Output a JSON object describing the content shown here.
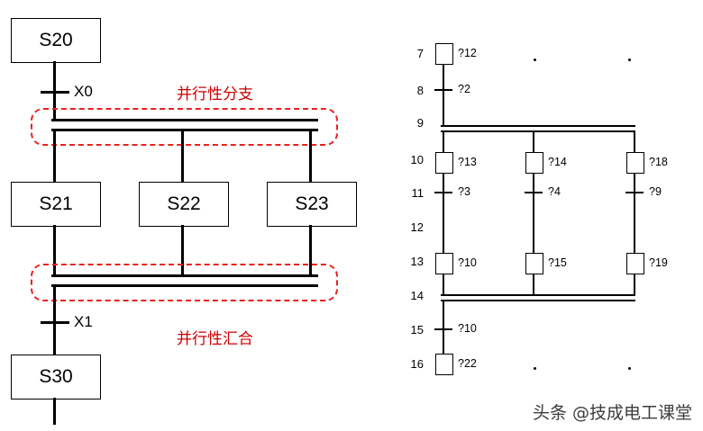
{
  "diagram": {
    "title_left": "并行性分支",
    "title_left2": "并行性汇合",
    "left": {
      "states": [
        {
          "label": "S20"
        },
        {
          "label": "S21"
        },
        {
          "label": "S22"
        },
        {
          "label": "S23"
        },
        {
          "label": "S30"
        }
      ],
      "transitions": [
        {
          "label": "X0"
        },
        {
          "label": "X1"
        }
      ],
      "annotations": [
        {
          "label": "并行性分支"
        },
        {
          "label": "并行性汇合"
        }
      ]
    },
    "right": {
      "rows": [
        {
          "num": "7",
          "tags": [
            "?12"
          ]
        },
        {
          "num": "8",
          "tags": [
            "?2"
          ]
        },
        {
          "num": "9",
          "tags": []
        },
        {
          "num": "10",
          "tags": [
            "?13",
            "?14",
            "?18"
          ]
        },
        {
          "num": "11",
          "tags": [
            "?3",
            "?4",
            "?9"
          ]
        },
        {
          "num": "12",
          "tags": []
        },
        {
          "num": "13",
          "tags": [
            "?10",
            "?15",
            "?19"
          ]
        },
        {
          "num": "14",
          "tags": []
        },
        {
          "num": "15",
          "tags": [
            "?10"
          ]
        },
        {
          "num": "16",
          "tags": [
            "?22"
          ]
        }
      ]
    }
  },
  "watermark": {
    "text": "头条 @技成电工课堂"
  },
  "colors": {
    "accent_red": "#e8221f",
    "line": "#000000",
    "background": "#ffffff"
  }
}
